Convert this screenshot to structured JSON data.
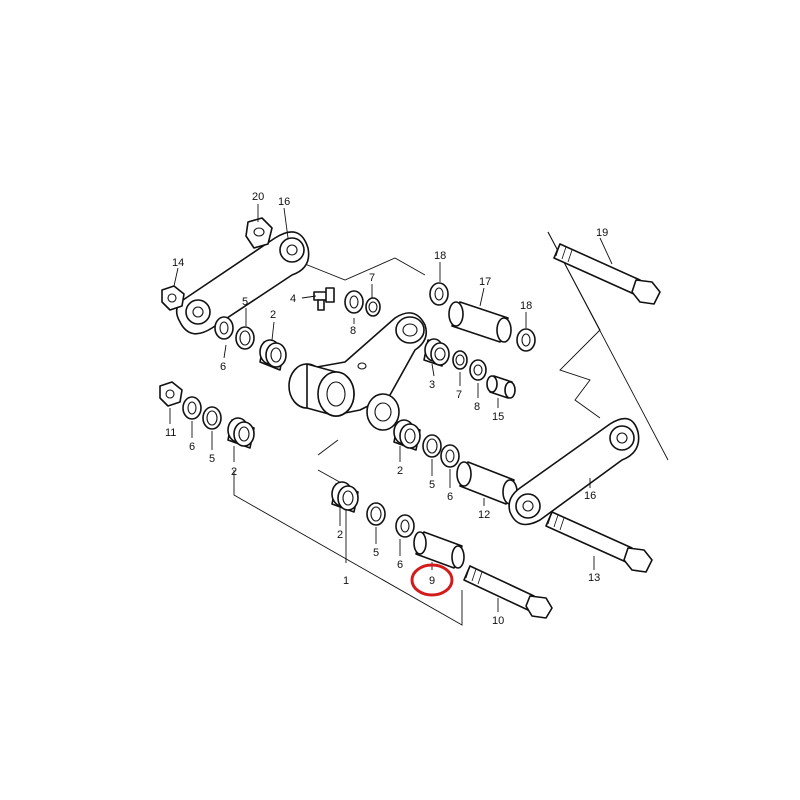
{
  "diagram": {
    "highlight_color": "#d21c1c",
    "highlighted_label": "9",
    "labels": {
      "p1": "1",
      "p2a": "2",
      "p2b": "2",
      "p2c": "2",
      "p2d": "2",
      "p3": "3",
      "p4": "4",
      "p5a": "5",
      "p5b": "5",
      "p5c": "5",
      "p5d": "5",
      "p6a": "6",
      "p6b": "6",
      "p6c": "6",
      "p6d": "6",
      "p7a": "7",
      "p7b": "7",
      "p8a": "8",
      "p8b": "8",
      "p9": "9",
      "p10": "10",
      "p11": "11",
      "p12": "12",
      "p13": "13",
      "p14": "14",
      "p15": "15",
      "p16a": "16",
      "p16b": "16",
      "p17": "17",
      "p18a": "18",
      "p18b": "18",
      "p19": "19",
      "p20": "20"
    }
  }
}
